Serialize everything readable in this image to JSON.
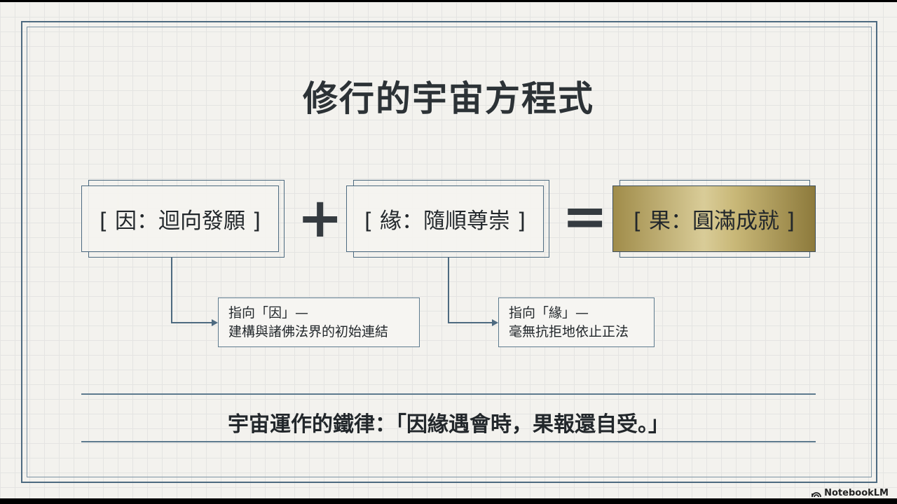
{
  "slide": {
    "title": "修行的宇宙方程式",
    "equation": {
      "cause": "[ 因：迴向發願 ]",
      "plus": "+",
      "condition": "[ 緣：隨順尊崇 ]",
      "equals": "=",
      "result": "[ 果：圓滿成就 ]"
    },
    "callouts": [
      {
        "line1": "指向「因」—",
        "line2": "建構與諸佛法界的初始連結"
      },
      {
        "line1": "指向「緣」—",
        "line2": "毫無抗拒地依止正法"
      }
    ],
    "footer": "宇宙運作的鐵律：「因緣遇會時，果報還自受。」"
  },
  "branding": {
    "label": "NotebookLM",
    "icon": "notebooklm-logo-icon"
  },
  "colors": {
    "accent": "#4d6a80",
    "gold": "#c9b878"
  }
}
